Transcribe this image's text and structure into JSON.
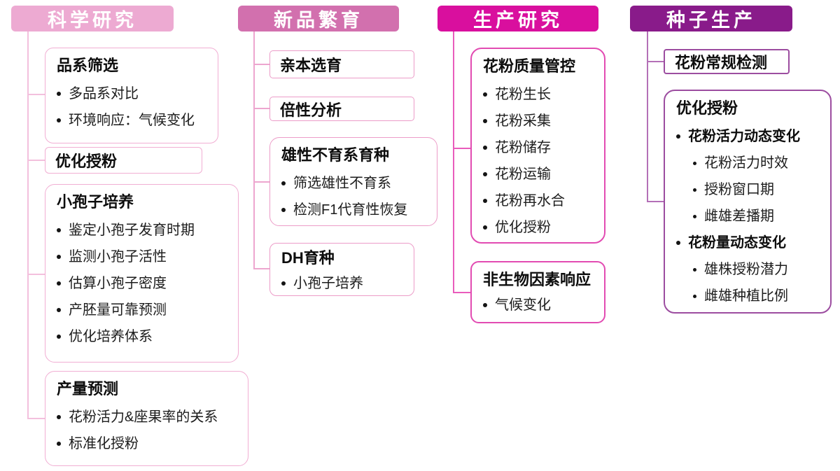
{
  "diagram_title": "pollen research workflow mind map",
  "columns": [
    {
      "id": "science-research",
      "title": "科学研究",
      "colors": {
        "header_bg": "#edaad2",
        "box_border": "#f1aed3",
        "connector": "#f3c0dd"
      },
      "boxes": [
        {
          "title": "品系筛选",
          "items": [
            "多品系对比",
            "环境响应：气候变化"
          ]
        },
        {
          "title": "优化授粉",
          "items": []
        },
        {
          "title": "小孢子培养",
          "items": [
            "鉴定小孢子发育时期",
            "监测小孢子活性",
            "估算小孢子密度",
            "产胚量可靠预测",
            "优化培养体系"
          ]
        },
        {
          "title": "产量预测",
          "items": [
            "花粉活力&座果率的关系",
            "标准化授粉"
          ]
        }
      ]
    },
    {
      "id": "new-variety-breeding",
      "title": "新品繁育",
      "colors": {
        "header_bg": "#d270ae",
        "box_border": "#ec9cc8",
        "connector": "#eda6cf"
      },
      "boxes": [
        {
          "title": "亲本选育",
          "items": []
        },
        {
          "title": "倍性分析",
          "items": []
        },
        {
          "title": "雄性不育系育种",
          "items": [
            "筛选雄性不育系",
            "检测F1代育性恢复"
          ]
        },
        {
          "title": "DH育种",
          "items": [
            "小孢子培养"
          ]
        }
      ]
    },
    {
      "id": "production-research",
      "title": "生产研究",
      "colors": {
        "header_bg": "#d90f9e",
        "box_border": "#e24bb2",
        "connector": "#e95cbc"
      },
      "boxes": [
        {
          "title": "花粉质量管控",
          "items": [
            "花粉生长",
            "花粉采集",
            "花粉储存",
            "花粉运输",
            "花粉再水合",
            "优化授粉"
          ]
        },
        {
          "title": "非生物因素响应",
          "items": [
            "气候变化"
          ]
        }
      ]
    },
    {
      "id": "seed-production",
      "title": "种子生产",
      "colors": {
        "header_bg": "#891b8a",
        "box_border": "#9c4da0",
        "connector": "#b470b7"
      },
      "boxes": [
        {
          "title": "花粉常规检测",
          "items": []
        },
        {
          "title": "优化授粉",
          "items": [
            "花粉活力动态变化",
            "花粉活力时效",
            "授粉窗口期",
            "雌雄差播期",
            "花粉量动态变化",
            "雄株授粉潜力",
            "雌雄种植比例"
          ]
        }
      ]
    }
  ]
}
